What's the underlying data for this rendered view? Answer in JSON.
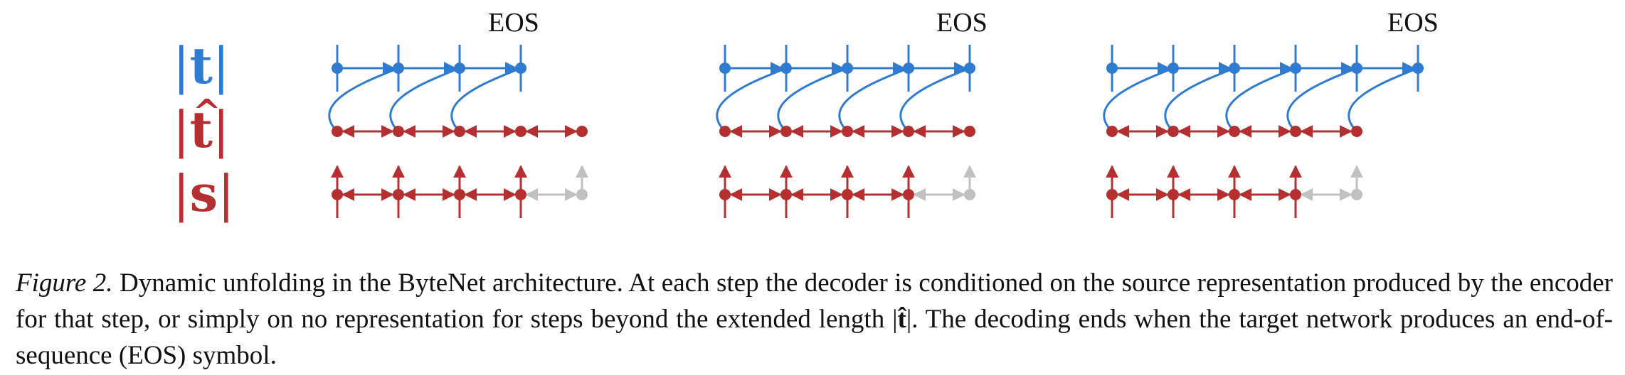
{
  "row_labels": [
    {
      "symbol": "t",
      "hat": false,
      "color": "#2f7bd1"
    },
    {
      "symbol": "t",
      "hat": true,
      "color": "#b52e30"
    },
    {
      "symbol": "s",
      "hat": false,
      "color": "#b52e30"
    }
  ],
  "eos_label": "EOS",
  "panels": [
    {
      "target_nodes": 4,
      "decoder_nodes": 5,
      "source_nodes": 5,
      "source_active": 4
    },
    {
      "target_nodes": 5,
      "decoder_nodes": 5,
      "source_nodes": 5,
      "source_active": 4
    },
    {
      "target_nodes": 6,
      "decoder_nodes": 5,
      "source_nodes": 5,
      "source_active": 4
    }
  ],
  "colors": {
    "target": "#2f7bd1",
    "decoder": "#b52e30",
    "inactive": "#c0c0c0"
  },
  "caption": {
    "label": "Figure 2.",
    "text_part1": " Dynamic unfolding in the ByteNet architecture. At each step the decoder is conditioned on the source representation produced by the encoder for that step, or simply on no representation for steps beyond the extended length |",
    "math": "t̂",
    "text_part2": "|. The decoding ends when the target network produces an end-of-sequence (EOS) symbol."
  }
}
